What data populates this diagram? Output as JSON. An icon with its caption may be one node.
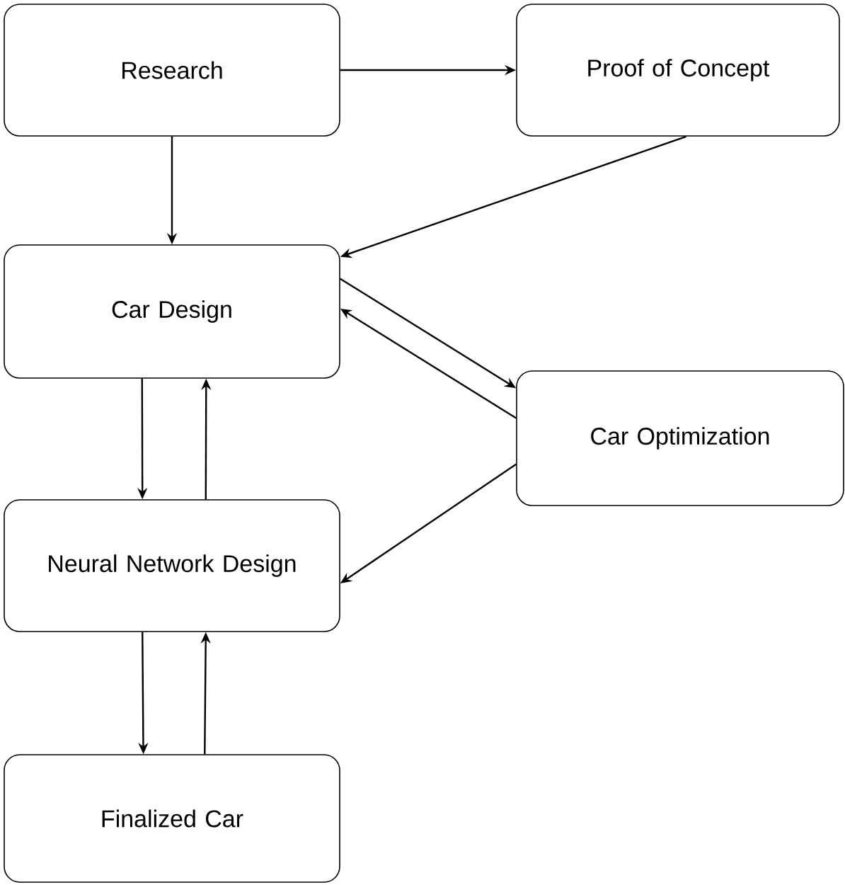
{
  "diagram": {
    "nodes": [
      {
        "text": [
          "Research"
        ]
      },
      {
        "text": [
          "Proof of Concept"
        ]
      },
      {
        "text": [
          "Car Design"
        ]
      },
      {
        "text": [
          "Car Optimization"
        ]
      },
      {
        "text": [
          "Neural Network Design"
        ]
      },
      {
        "text": [
          "Finalized Car"
        ]
      }
    ],
    "edges": [
      {
        "from": 0,
        "to": 1,
        "arrow": "to"
      },
      {
        "from": 0,
        "to": 2,
        "arrow": "to"
      },
      {
        "from": 1,
        "to": 2,
        "arrow": "to"
      },
      {
        "from": 2,
        "to": 3,
        "arrow": "to"
      },
      {
        "from": 3,
        "to": 2,
        "arrow": "to"
      },
      {
        "from": 2,
        "to": 4,
        "arrow": "to"
      },
      {
        "from": 4,
        "to": 2,
        "arrow": "to"
      },
      {
        "from": 3,
        "to": 4,
        "arrow": "to"
      },
      {
        "from": 4,
        "to": 5,
        "arrow": "to"
      },
      {
        "from": 5,
        "to": 4,
        "arrow": "to"
      }
    ]
  }
}
